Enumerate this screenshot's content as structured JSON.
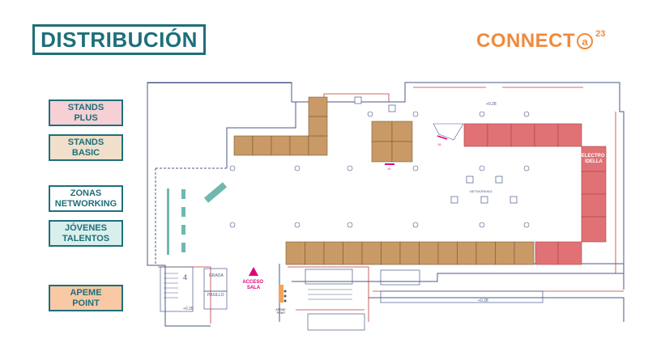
{
  "title": "DISTRIBUCIÓN",
  "logo": {
    "text": "CONNECT",
    "badge": "a",
    "year": "23",
    "color": "#ef8a3c"
  },
  "legend": [
    {
      "id": "stands-plus",
      "label": "STANDS\nPLUS",
      "color": "#f6d0d4"
    },
    {
      "id": "stands-basic",
      "label": "STANDS\nBASIC",
      "color": "#f0dfcb"
    },
    {
      "id": "zonas-networking",
      "label": "ZONAS\nNETWORKING",
      "color": "#ffffff"
    },
    {
      "id": "jovenes-talentos",
      "label": "JÓVENES\nTALENTOS",
      "color": "#d9efec"
    },
    {
      "id": "apeme-point",
      "label": "APEME\nPOINT",
      "color": "#f8c9a4"
    }
  ],
  "plan": {
    "labels": {
      "electro": "ELECTRO\nIDELLA",
      "networking": "NETWORKING",
      "acceso": "ACCESO\nSALA",
      "apeme": "APEME\nPOINT",
      "grada": "GRADA",
      "pasillo": "PASILLO",
      "level_top": "+0.28",
      "level_bottom": "+0.28",
      "level_left": "+0.28",
      "stair_number": "4",
      "stand_number_center": "10",
      "stand_number_right": "19"
    },
    "colors": {
      "plus": "#e07174",
      "basic": "#c99a66",
      "networking": "#6fb8b0",
      "accent": "#e0007a",
      "wall": "#c03a3a",
      "line": "#4a5a8a"
    }
  }
}
